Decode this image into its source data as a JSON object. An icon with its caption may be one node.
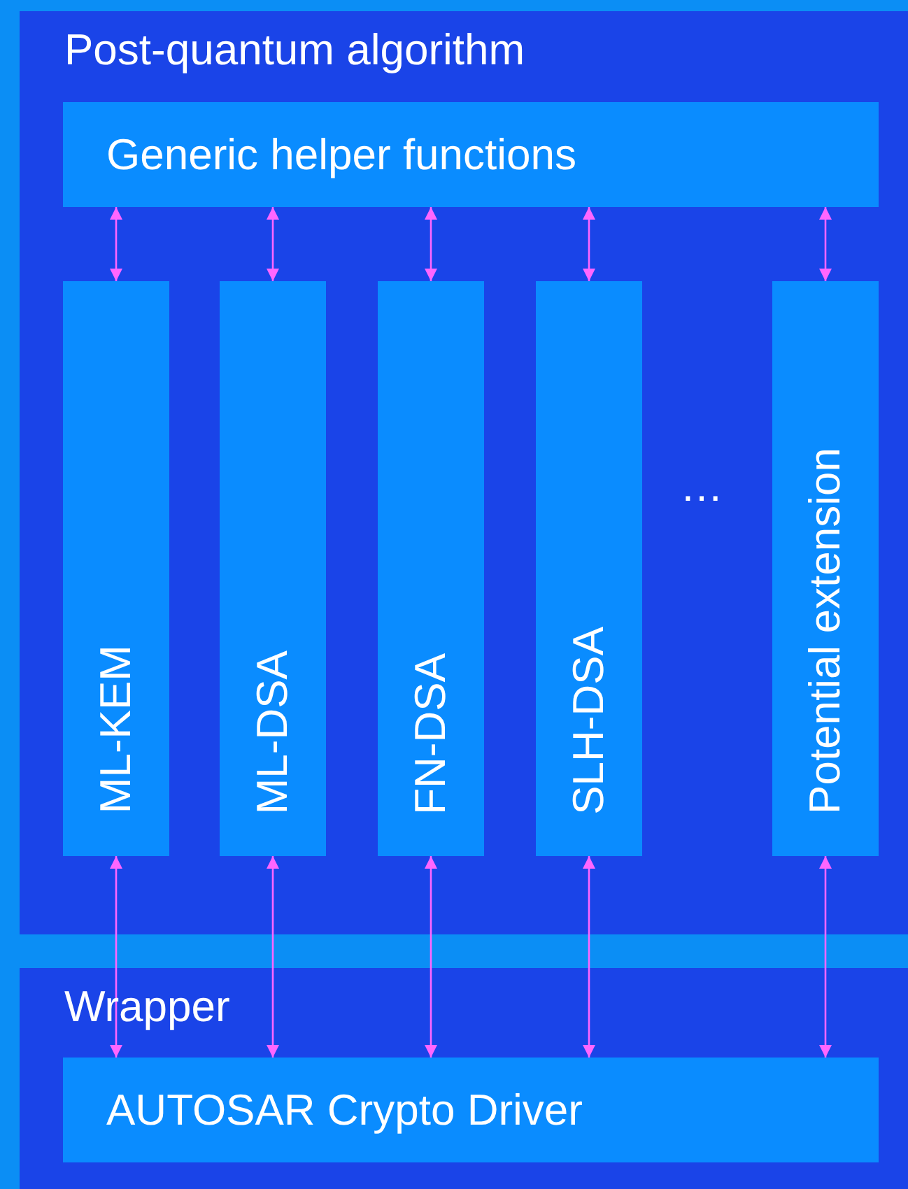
{
  "diagram": {
    "nodes": [
      {
        "text": [
          "Post-quantum algorithm"
        ]
      },
      {
        "text": [
          "Generic helper functions"
        ],
        "in": 0
      },
      {
        "text": [
          "ML-KEM"
        ],
        "in": 0
      },
      {
        "text": [
          "ML-DSA"
        ],
        "in": 0
      },
      {
        "text": [
          "FN-DSA"
        ],
        "in": 0
      },
      {
        "text": [
          "SLH-DSA"
        ],
        "in": 0
      },
      {
        "text": [
          "Potential extension"
        ],
        "in": 0
      },
      {
        "text": [
          "Wrapper"
        ]
      },
      {
        "text": [
          "AUTOSAR Crypto Driver"
        ],
        "in": 7
      }
    ],
    "edges": [
      {
        "from": 1,
        "to": 2,
        "arrow": "both"
      },
      {
        "from": 1,
        "to": 3,
        "arrow": "both"
      },
      {
        "from": 1,
        "to": 4,
        "arrow": "both"
      },
      {
        "from": 1,
        "to": 5,
        "arrow": "both"
      },
      {
        "from": 1,
        "to": 6,
        "arrow": "both"
      },
      {
        "from": 2,
        "to": 8,
        "arrow": "both"
      },
      {
        "from": 3,
        "to": 8,
        "arrow": "both"
      },
      {
        "from": 4,
        "to": 8,
        "arrow": "both"
      },
      {
        "from": 5,
        "to": 8,
        "arrow": "both"
      },
      {
        "from": 6,
        "to": 8,
        "arrow": "both"
      }
    ],
    "labels": [
      "…"
    ]
  }
}
